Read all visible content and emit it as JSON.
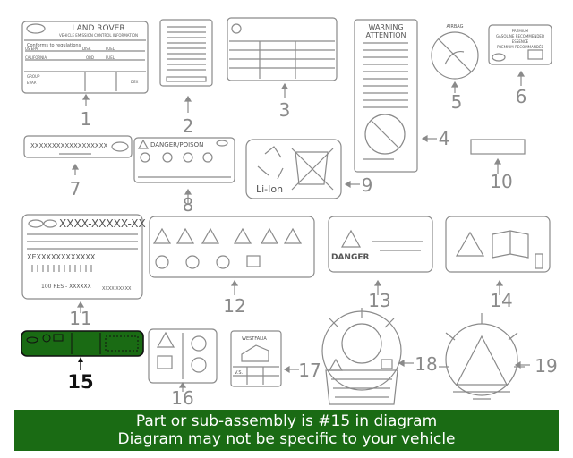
{
  "labels": {
    "brand": "LAND ROVER",
    "emission_title": "VEHICLE EMISSION CONTROL INFORMATION",
    "conform_text": "Conforms to regulations",
    "us_epa": "US EPA",
    "disp": "DISP.",
    "fuel": "FUEL",
    "california": "CALIFORNIA",
    "obd": "OBD",
    "group": "GROUP",
    "evap": "EVAP.",
    "dex": "DEX",
    "warning": "WARNING",
    "attention": "ATTENTION",
    "airbag": "AIRBAG",
    "premium_1": "PREMIUM",
    "premium_2": "GASOLINE RECOMMENDED",
    "premium_3": "ESSENCE",
    "premium_4": "PREMIUM RECOMMANDÉE",
    "xx_label": "XXXXXXXXXXXXXXXXXX",
    "danger_poison": "DANGER/POISON",
    "li_ion": "Li-Ion",
    "vin_pattern": "XXXX-XXXXX-XX",
    "vin_long": "XEXXXXXXXXXXXX",
    "res_text": "100 RES - XXXXXX",
    "res_code": "XXXX XXXXX",
    "danger": "DANGER",
    "westfalia": "WESTFALIA",
    "vs": "V.S."
  },
  "callouts": [
    {
      "id": "callout-1",
      "text": "1"
    },
    {
      "id": "callout-2",
      "text": "2"
    },
    {
      "id": "callout-3",
      "text": "3"
    },
    {
      "id": "callout-4",
      "text": "4"
    },
    {
      "id": "callout-5",
      "text": "5"
    },
    {
      "id": "callout-6",
      "text": "6"
    },
    {
      "id": "callout-7",
      "text": "7"
    },
    {
      "id": "callout-8",
      "text": "8"
    },
    {
      "id": "callout-9",
      "text": "9"
    },
    {
      "id": "callout-10",
      "text": "10"
    },
    {
      "id": "callout-11",
      "text": "11"
    },
    {
      "id": "callout-12",
      "text": "12"
    },
    {
      "id": "callout-13",
      "text": "13"
    },
    {
      "id": "callout-14",
      "text": "14"
    },
    {
      "id": "callout-15",
      "text": "15"
    },
    {
      "id": "callout-16",
      "text": "16"
    },
    {
      "id": "callout-17",
      "text": "17"
    },
    {
      "id": "callout-18",
      "text": "18"
    },
    {
      "id": "callout-19",
      "text": "19"
    }
  ],
  "highlight": {
    "part": "15",
    "color": "#1a6b14"
  },
  "banner": {
    "line1": "Part or sub-assembly is #15 in diagram",
    "line2": "Diagram may not be specific to your vehicle",
    "background": "#1a6b14"
  }
}
